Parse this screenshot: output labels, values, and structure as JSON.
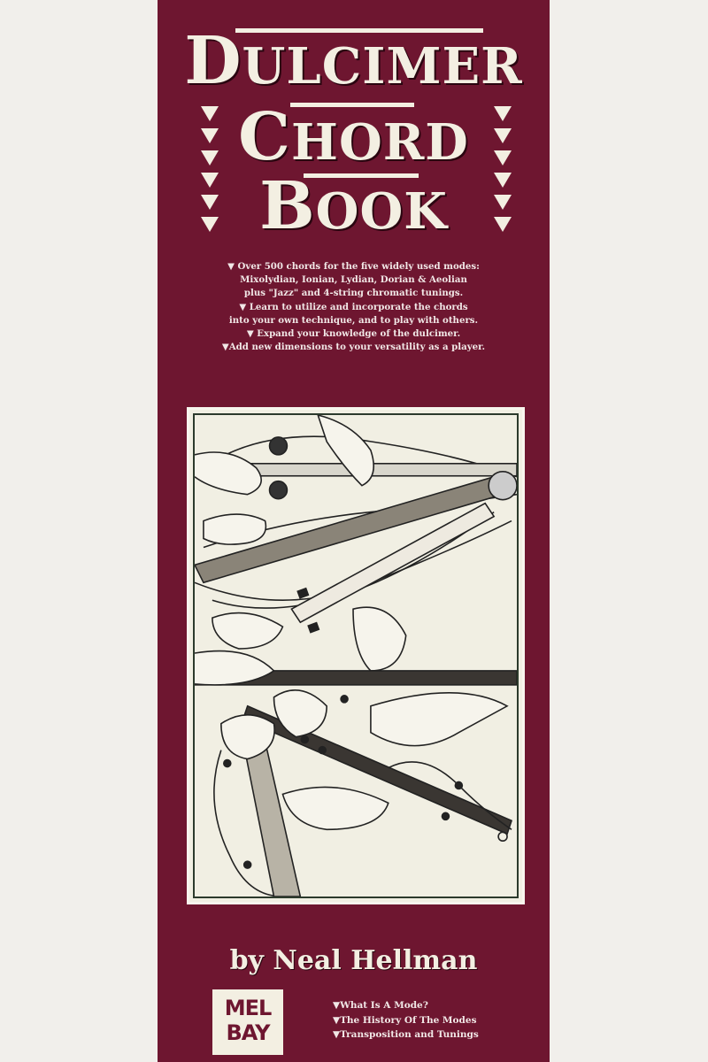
{
  "cover": {
    "background_color": "#6e1630",
    "page_background_color": "#f1efeb",
    "text_color": "#f3efe2"
  },
  "title": {
    "line1": {
      "cap": "D",
      "rest": "ULCIMER"
    },
    "line2": {
      "cap": "C",
      "rest": "HORD"
    },
    "line3": {
      "cap": "B",
      "rest": "OOK"
    },
    "full": "Dulcimer Chord Book"
  },
  "decorations": {
    "triangle_icon": "down-triangle-icon",
    "left_count": 6,
    "right_count": 6
  },
  "blurb": {
    "lines": [
      "▼ Over 500 chords for the five widely used modes:",
      "Mixolydian, Ionian, Lydian, Dorian & Aeolian",
      "plus \"Jazz\" and 4-string chromatic tunings.",
      "▼ Learn to utilize and incorporate the chords",
      "into your own technique, and to play with others.",
      "▼ Expand your knowledge of the dulcimer.",
      "▼Add new dimensions to your versatility as a player."
    ]
  },
  "illustration": {
    "description": "Line drawing of hands playing several mountain dulcimers"
  },
  "author": "by Neal Hellman",
  "publisher_logo": {
    "line1": "MEL",
    "line2": "BAY"
  },
  "features": [
    "▼What Is A Mode?",
    "▼The History Of The Modes",
    "▼Transposition and Tunings"
  ]
}
